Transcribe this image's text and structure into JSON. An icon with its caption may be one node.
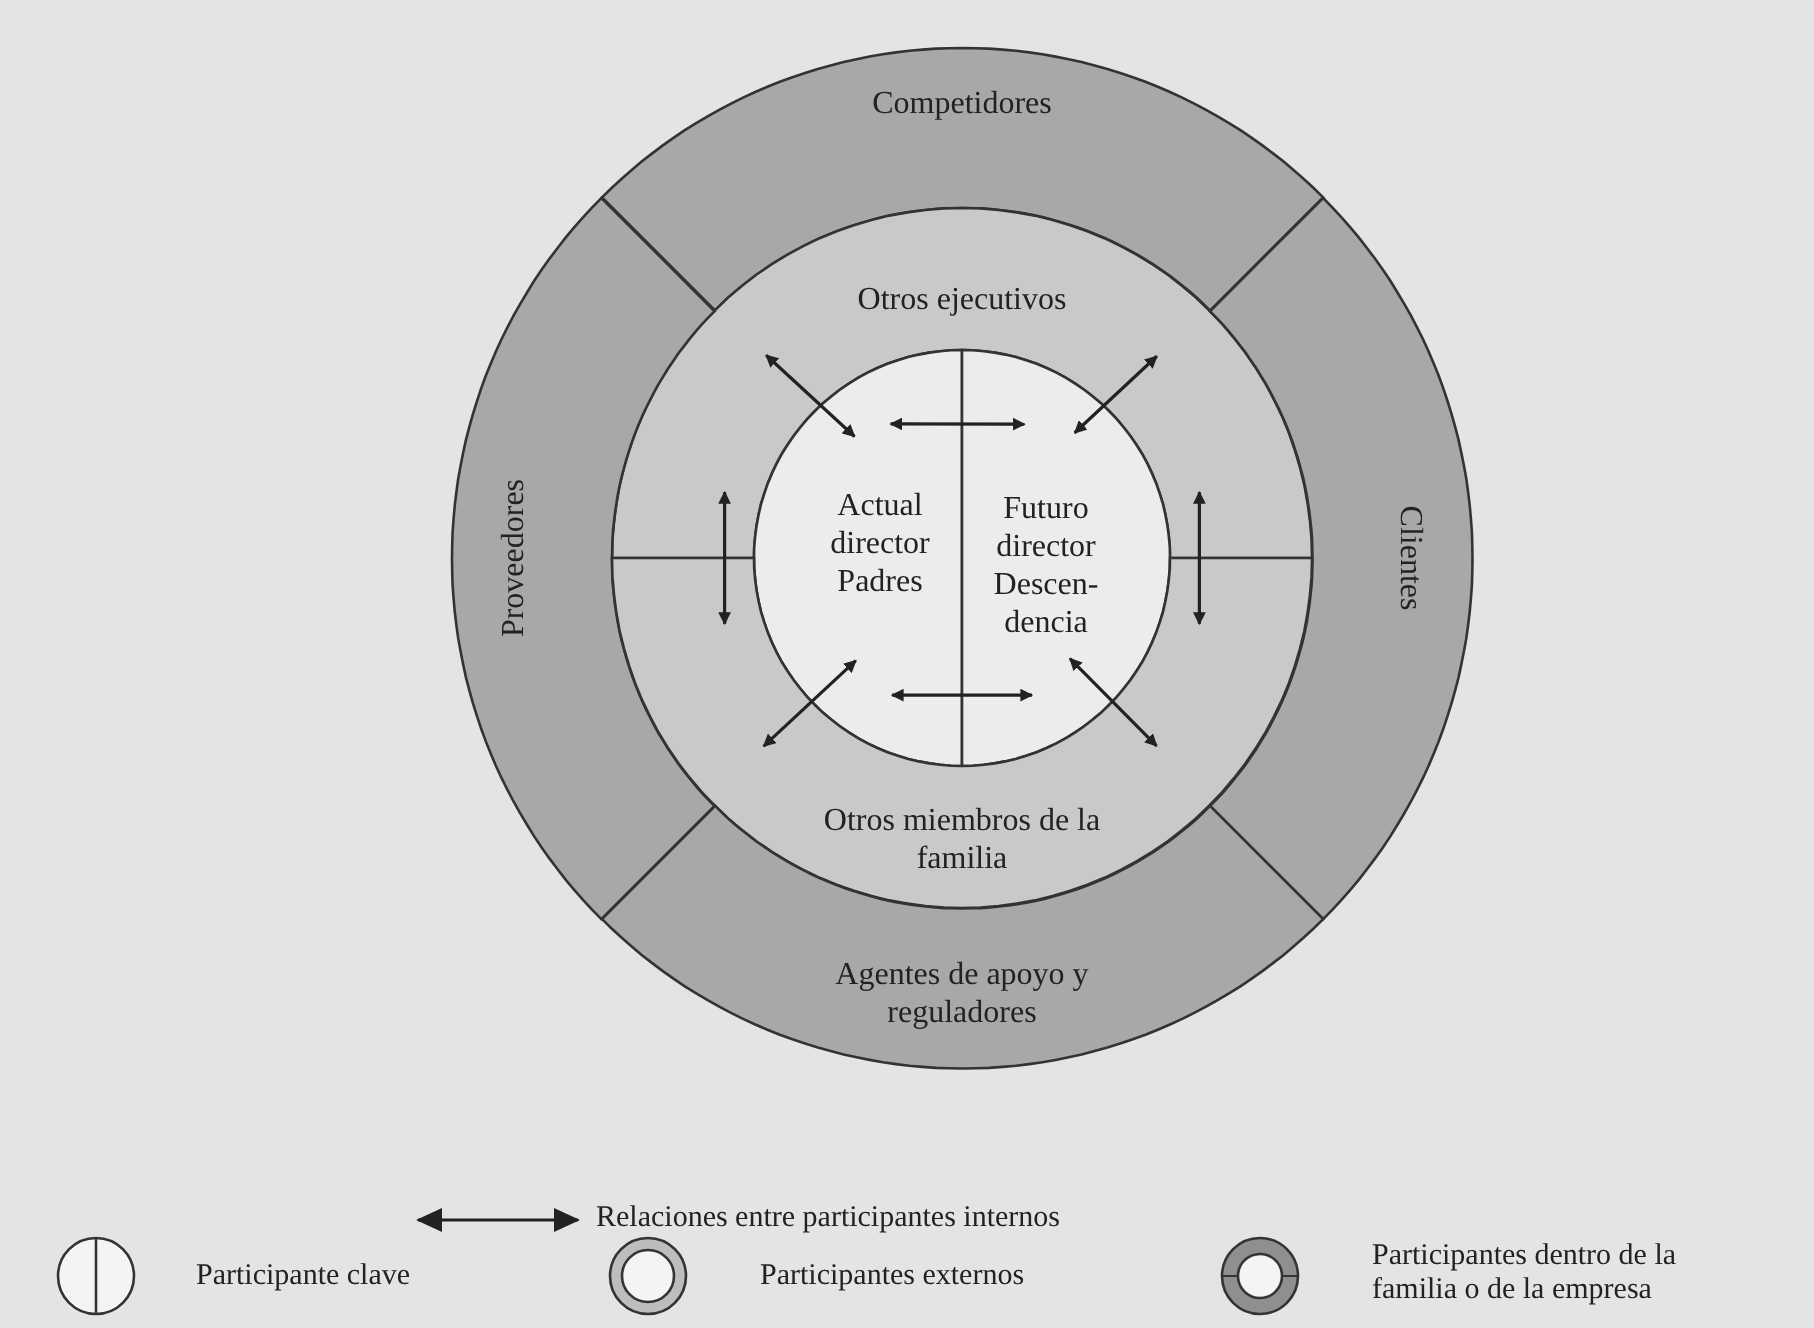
{
  "diagram": {
    "nodes": [
      {
        "text": [
          "Competidores"
        ]
      },
      {
        "text": [
          "Otros ejecutivos"
        ]
      },
      {
        "text": [
          "Proveedores"
        ]
      },
      {
        "text": [
          "Actual director Padres"
        ]
      },
      {
        "text": [
          "Futuro director Descen-dencia"
        ]
      },
      {
        "text": [
          "Clientes"
        ]
      },
      {
        "text": [
          "Otros miembros de la familia"
        ]
      },
      {
        "text": [
          "Agentes de apoyo y reguladores"
        ]
      }
    ],
    "edges": [
      {
        "from": 3,
        "to": 1,
        "arrow": "both"
      },
      {
        "from": 3,
        "to": 4,
        "arrow": "both"
      },
      {
        "from": 4,
        "to": 1,
        "arrow": "both"
      },
      {
        "from": 1,
        "to": 6,
        "arrow": "both"
      },
      {
        "from": 1,
        "to": 6,
        "arrow": "both"
      },
      {
        "from": 3,
        "to": 6,
        "arrow": "both"
      },
      {
        "from": 3,
        "to": 4,
        "arrow": "both"
      },
      {
        "from": 4,
        "to": 6,
        "arrow": "both"
      }
    ],
    "legend": [
      {
        "text": "Relaciones entre participantes internos"
      },
      {
        "text": "Participante clave"
      },
      {
        "text": "Participantes externos"
      },
      {
        "text": "Participantes dentro de la familia o de la empresa"
      }
    ]
  }
}
